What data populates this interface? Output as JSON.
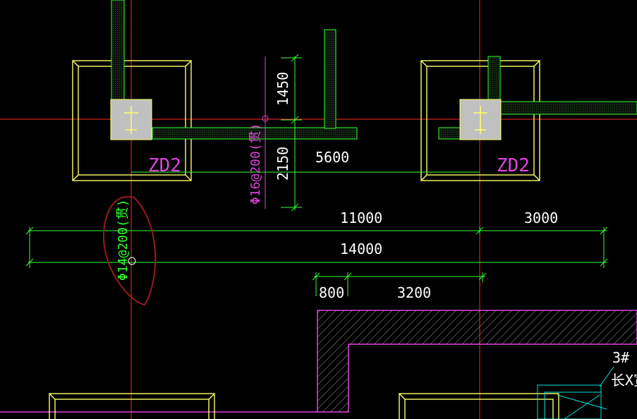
{
  "colors": {
    "background": "#000000",
    "axis_red": "#ff2a2a",
    "dimension_green": "#33ff33",
    "pile_yellow": "#ffff66",
    "label_magenta": "#dd44dd",
    "cap_gray": "#c0c0c0",
    "rebar_green_fill": "#204020",
    "annotation_dark_red": "#9a1a1a",
    "text_white": "#ffffff",
    "cyan": "#00e5e5"
  },
  "pile_caps": [
    {
      "label": "ZD2"
    },
    {
      "label": "ZD2"
    }
  ],
  "dimensions": {
    "d_1450": "1450",
    "d_2150": "2150",
    "d_5600": "5600",
    "d_11000": "11000",
    "d_3000": "3000",
    "d_14000": "14000",
    "d_800": "800",
    "d_3200": "3200"
  },
  "rebar_labels": {
    "magenta_vertical": "Φ16@200(贯)",
    "green_circled": "Φ14@200(贯)"
  },
  "corner_note": {
    "line1": "3#",
    "line2": "长X宽"
  }
}
